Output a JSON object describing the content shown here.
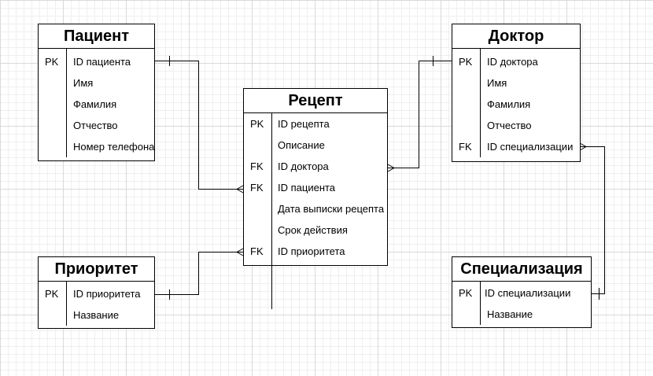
{
  "entities": {
    "patient": {
      "title": "Пациент",
      "rows": [
        {
          "key": "PK",
          "name": "ID пациента"
        },
        {
          "key": "",
          "name": "Имя"
        },
        {
          "key": "",
          "name": "Фамилия"
        },
        {
          "key": "",
          "name": "Отчество"
        },
        {
          "key": "",
          "name": "Номер телефона"
        }
      ]
    },
    "recipe": {
      "title": "Рецепт",
      "rows": [
        {
          "key": "PK",
          "name": "ID рецепта"
        },
        {
          "key": "",
          "name": "Описание"
        },
        {
          "key": "FK",
          "name": "ID доктора"
        },
        {
          "key": "FK",
          "name": "ID пациента"
        },
        {
          "key": "",
          "name": "Дата выписки рецепта"
        },
        {
          "key": "",
          "name": "Срок действия"
        },
        {
          "key": "FK",
          "name": "ID приоритета"
        }
      ]
    },
    "doctor": {
      "title": "Доктор",
      "rows": [
        {
          "key": "PK",
          "name": "ID доктора"
        },
        {
          "key": "",
          "name": "Имя"
        },
        {
          "key": "",
          "name": "Фамилия"
        },
        {
          "key": "",
          "name": "Отчество"
        },
        {
          "key": "FK",
          "name": "ID специализации"
        }
      ]
    },
    "priority": {
      "title": "Приоритет",
      "rows": [
        {
          "key": "PK",
          "name": "ID приоритета"
        },
        {
          "key": "",
          "name": "Название"
        }
      ]
    },
    "specialization": {
      "title": "Специализация",
      "rows": [
        {
          "key": "PK",
          "name": "ID специализации"
        },
        {
          "key": "",
          "name": "Название"
        }
      ]
    }
  },
  "relationships": [
    {
      "from": "patient.ID пациента",
      "to": "recipe.ID пациента",
      "from_end": "one",
      "to_end": "many"
    },
    {
      "from": "doctor.ID доктора",
      "to": "recipe.ID доктора",
      "from_end": "one",
      "to_end": "many"
    },
    {
      "from": "priority.ID приоритета",
      "to": "recipe.ID приоритета",
      "from_end": "one",
      "to_end": "many"
    },
    {
      "from": "specialization.ID специализации",
      "to": "doctor.ID специализации",
      "from_end": "one",
      "to_end": "many"
    }
  ]
}
